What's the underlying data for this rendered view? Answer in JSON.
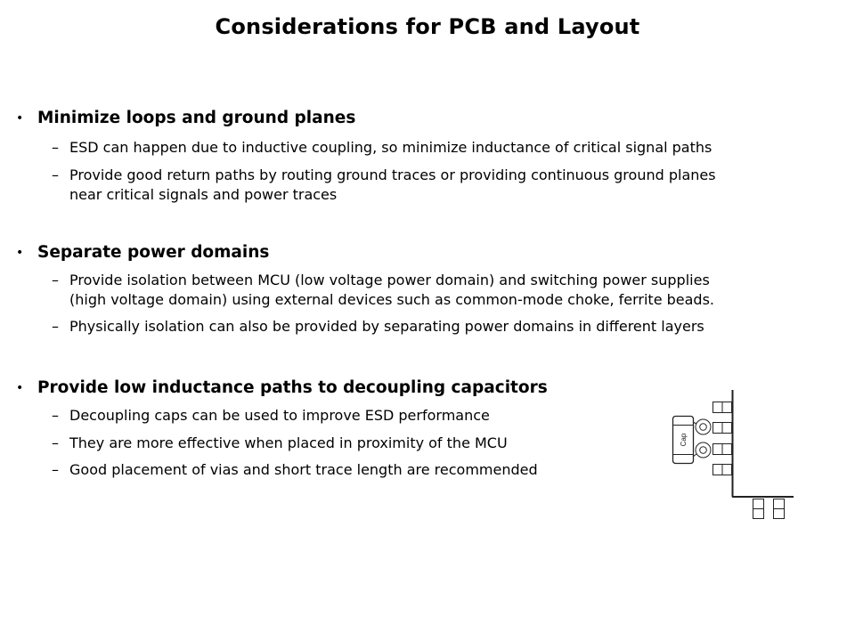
{
  "title": "Considerations for PCB and Layout",
  "sections": [
    {
      "heading": "Minimize loops and ground planes",
      "items": [
        {
          "lines": [
            "ESD can happen due to inductive coupling, so minimize inductance of critical signal paths"
          ]
        },
        {
          "lines": [
            "Provide good return paths by routing ground traces or providing continuous ground planes",
            "near critical signals and power traces"
          ]
        }
      ]
    },
    {
      "heading": "Separate power domains",
      "items": [
        {
          "lines": [
            "Provide isolation between MCU (low voltage power domain) and switching power supplies",
            "(high voltage domain) using external devices such as common-mode choke, ferrite beads."
          ]
        },
        {
          "lines": [
            "Physically isolation can also be provided by separating power domains in different layers"
          ]
        }
      ]
    },
    {
      "heading": "Provide low inductance paths to decoupling capacitors",
      "items": [
        {
          "lines": [
            "Decoupling caps can be used to improve ESD performance"
          ]
        },
        {
          "lines": [
            "They are more effective when placed in proximity of the MCU"
          ]
        },
        {
          "lines": [
            "Good placement of vias and short trace length are recommended"
          ]
        }
      ]
    }
  ],
  "bullet_symbol": "•",
  "dash_symbol": "–",
  "diagram": {
    "cap_label": "Cap",
    "stroke_color": "#222222"
  }
}
